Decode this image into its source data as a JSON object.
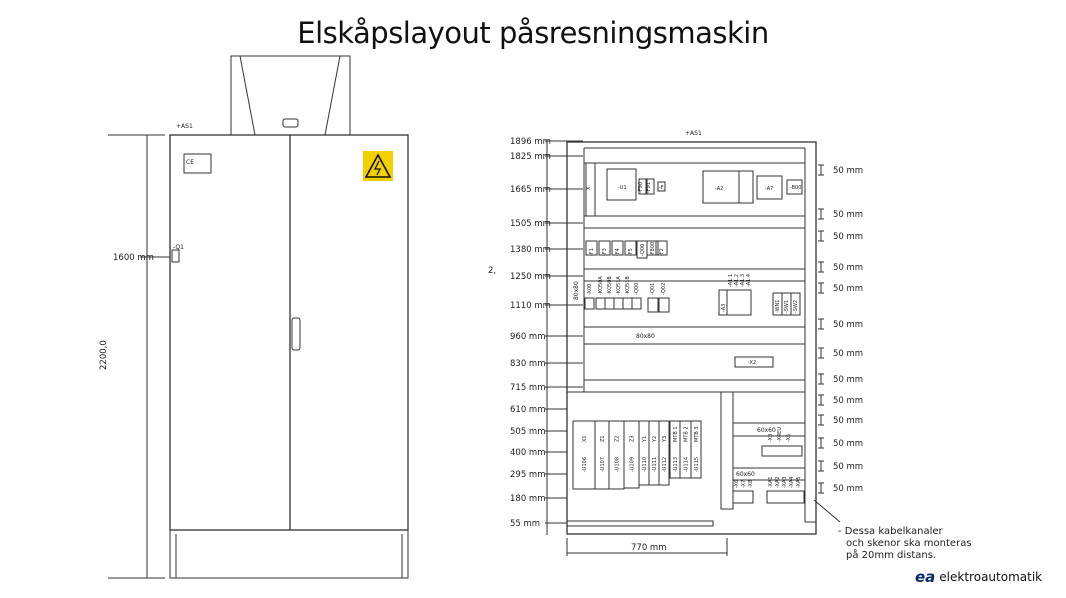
{
  "title": "Elskåpslayout påsresningsmaskin",
  "front_view": {
    "cabinet_label": "+AS1",
    "ce_label": "CE",
    "switch_label": "-Q1",
    "height_dim": "2200,0",
    "switch_height": "1600 mm",
    "warning_color": "#f5d000"
  },
  "layout_view": {
    "cabinet_label": "+AS1",
    "cut_label": "2,",
    "height_marks": [
      "1896 mm",
      "1825 mm",
      "1665 mm",
      "1505 mm",
      "1380 mm",
      "1250 mm",
      "1110 mm",
      "960 mm",
      "830 mm",
      "715 mm",
      "610 mm",
      "505 mm",
      "400 mm",
      "295 mm",
      "180 mm",
      "55 mm"
    ],
    "spacing_marks": [
      "50 mm",
      "50 mm",
      "50 mm",
      "50 mm",
      "50 mm",
      "50 mm",
      "50 mm",
      "50 mm",
      "50 mm",
      "50 mm",
      "50 mm",
      "50 mm",
      "50 mm"
    ],
    "width_dim": "770 mm",
    "row1": [
      "X",
      "-U1",
      "-F90",
      "-F91",
      "-F",
      "-A2",
      "-A7",
      "-B00"
    ],
    "row2": [
      "-F1",
      "-F3",
      "-F4",
      "-F5",
      "-Q00",
      "-F800",
      "-F2"
    ],
    "row3": [
      "-X00",
      "-KQ50A",
      "-KQ50B",
      "-KQ51A",
      "-KQ51B",
      "-Q00",
      "-Q01",
      "-Q02"
    ],
    "duct_80_vertical": "80x80",
    "duct_80": "80x80",
    "a3": "-A3",
    "a_modules": [
      "-A1.1",
      "-A1.2",
      "-A1.3",
      "-A1.4"
    ],
    "switches": [
      "-WN1",
      "-SW1",
      "-SW2"
    ],
    "x2": "-X2",
    "duct_60a": "60x60",
    "duct_60b": "60x60",
    "drive_tags": [
      "X1",
      "Z1",
      "Z2",
      "Z3",
      "Y1",
      "Y2",
      "Y3",
      "MTB 1",
      "MTB 2",
      "MTB 3"
    ],
    "drive_units": [
      "-U106",
      "-U107",
      "-U108",
      "-U109",
      "-U110",
      "-U111",
      "-U112",
      "-U113",
      "-U114",
      "-U115"
    ],
    "terminals_a": [
      "-X3",
      "-X4EU",
      "-X5"
    ],
    "terminals_b": [
      "-X6",
      "-X7",
      "-X8"
    ],
    "terminals_c": [
      "-XA1",
      "-XA2",
      "-XA3",
      "-XA4",
      "-XA5"
    ]
  },
  "note": [
    "- Dessa kabelkanaler",
    "och skenor ska monteras",
    "på 20mm distans."
  ],
  "logo": {
    "mark": "ea",
    "text": "elektroautomatik"
  }
}
